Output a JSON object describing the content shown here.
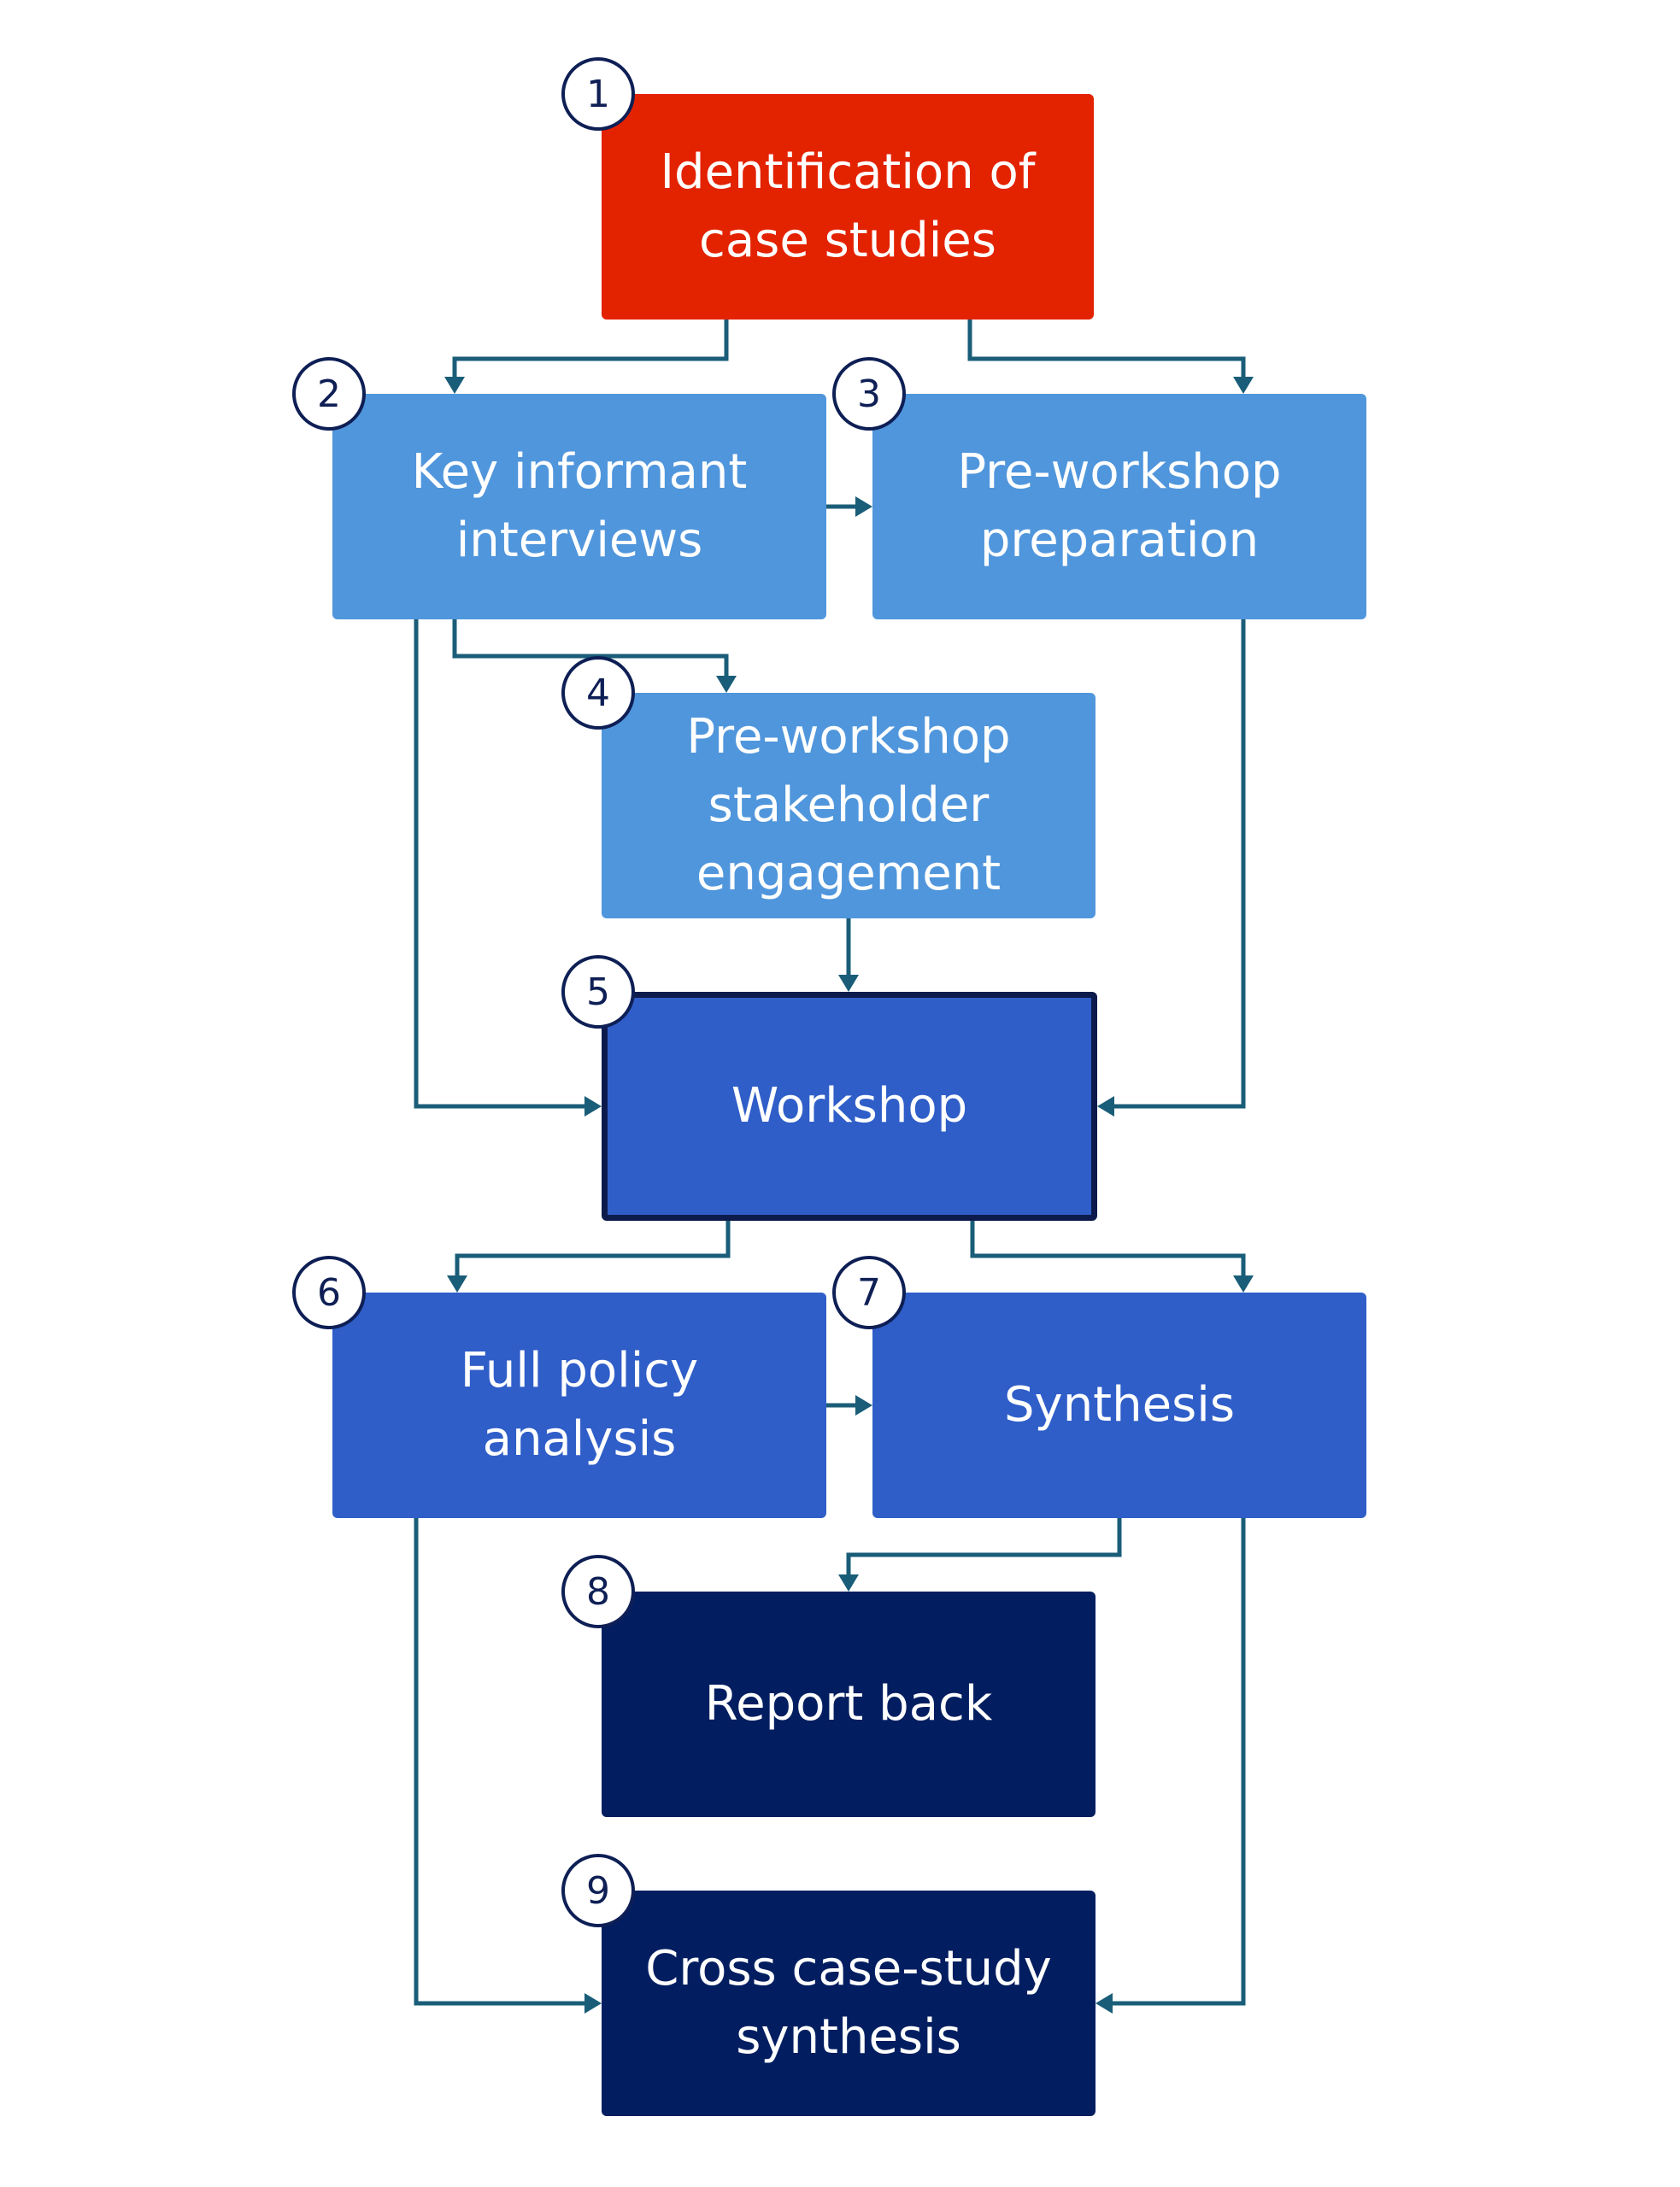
{
  "colors": {
    "red": "#e32200",
    "light_blue": "#5096dc",
    "medium_blue": "#2f5ec8",
    "dark_navy": "#021e60",
    "connector": "#1a5d78",
    "badge_border": "#0e1f55"
  },
  "nodes": [
    {
      "id": "identification-of-case-studies",
      "number": "1",
      "label": "Identification of\ncase studies",
      "color": "red"
    },
    {
      "id": "key-informant-interviews",
      "number": "2",
      "label": "Key informant\ninterviews",
      "color": "light_blue"
    },
    {
      "id": "pre-workshop-preparation",
      "number": "3",
      "label": "Pre-workshop\npreparation",
      "color": "light_blue"
    },
    {
      "id": "pre-workshop-stakeholder-engagement",
      "number": "4",
      "label": "Pre-workshop\nstakeholder\nengagement",
      "color": "light_blue"
    },
    {
      "id": "workshop",
      "number": "5",
      "label": "Workshop",
      "color": "medium_blue"
    },
    {
      "id": "full-policy-analysis",
      "number": "6",
      "label": "Full policy\nanalysis",
      "color": "medium_blue"
    },
    {
      "id": "synthesis",
      "number": "7",
      "label": "Synthesis",
      "color": "medium_blue"
    },
    {
      "id": "report-back",
      "number": "8",
      "label": "Report back",
      "color": "dark_navy"
    },
    {
      "id": "cross-case-study-synthesis",
      "number": "9",
      "label": "Cross case-study\nsynthesis",
      "color": "dark_navy"
    }
  ],
  "edges": [
    {
      "from": "1",
      "to": "2"
    },
    {
      "from": "1",
      "to": "3"
    },
    {
      "from": "2",
      "to": "3"
    },
    {
      "from": "2",
      "to": "4"
    },
    {
      "from": "2",
      "to": "5"
    },
    {
      "from": "3",
      "to": "5"
    },
    {
      "from": "4",
      "to": "5"
    },
    {
      "from": "5",
      "to": "6"
    },
    {
      "from": "5",
      "to": "7"
    },
    {
      "from": "6",
      "to": "7"
    },
    {
      "from": "7",
      "to": "8"
    },
    {
      "from": "6",
      "to": "9"
    },
    {
      "from": "7",
      "to": "9"
    }
  ]
}
